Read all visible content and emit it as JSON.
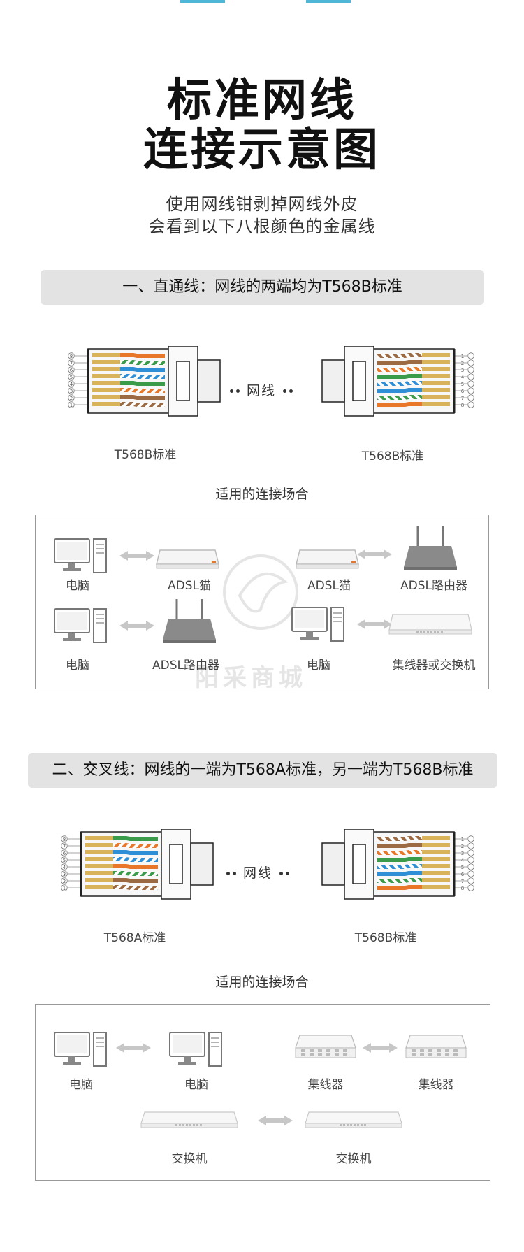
{
  "title": {
    "line1": "标准网线",
    "line2": "连接示意图"
  },
  "subtitle": {
    "line1": "使用网线钳剥掉网线外皮",
    "line2": "会看到以下八根颜色的金属线"
  },
  "section1": {
    "banner": "一、直通线：网线的两端均为T568B标准",
    "left_label": "T568B标准",
    "right_label": "T568B标准",
    "cable_label": "网线",
    "caption": "适用的连接场合",
    "scenarios": [
      {
        "left": "电脑",
        "right": "ADSL猫"
      },
      {
        "left": "ADSL猫",
        "right": "ADSL路由器"
      },
      {
        "left": "电脑",
        "right": "ADSL路由器"
      },
      {
        "left": "电脑",
        "right": "集线器或交换机"
      }
    ]
  },
  "section2": {
    "banner": "二、交叉线：网线的一端为T568A标准，另一端为T568B标准",
    "left_label": "T568A标准",
    "right_label": "T568B标准",
    "cable_label": "网线",
    "caption": "适用的连接场合",
    "scenarios": [
      {
        "left": "电脑",
        "right": "电脑"
      },
      {
        "left": "集线器",
        "right": "集线器"
      },
      {
        "left": "交换机",
        "right": "交换机"
      }
    ]
  },
  "watermark": "阳采商城",
  "pin_numbers": [
    "1",
    "2",
    "3",
    "4",
    "5",
    "6",
    "7",
    "8"
  ],
  "colors": {
    "accent": "#4fb6d6",
    "orange": "#e8772a",
    "green": "#3a9b4a",
    "blue": "#2f8fd6",
    "brown": "#9b6a43",
    "gold": "#d8b35a"
  }
}
